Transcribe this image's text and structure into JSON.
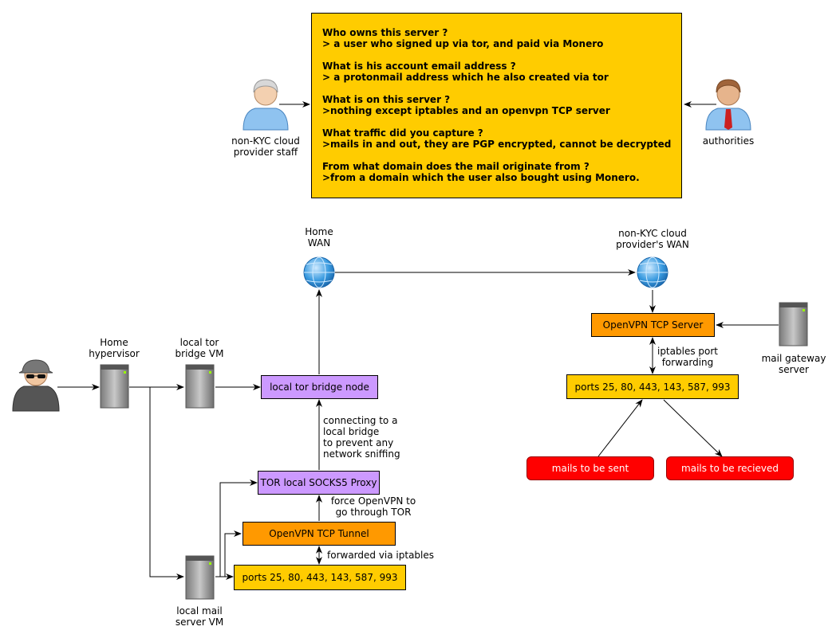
{
  "colors": {
    "tor_box": "#cc99ff",
    "vpn_box": "#ff9900",
    "ports_box": "#ffcc00",
    "mail_box": "#ff0000"
  },
  "qa": [
    {
      "q": "Who owns this server ?",
      "a": "> a user who signed up via tor, and paid via Monero"
    },
    {
      "q": "What is his account email address ?",
      "a": "> a protonmail address which he also created via tor"
    },
    {
      "q": "What is on this server ?",
      "a": ">nothing except iptables and an openvpn TCP server"
    },
    {
      "q": "What traffic did you capture ?",
      "a": ">mails in and out, they are PGP encrypted, cannot be decrypted"
    },
    {
      "q": "From what domain does the mail originate from ?",
      "a": ">from a domain which the user also bought using Monero."
    }
  ],
  "labels": {
    "staff_l1": "non-KYC cloud",
    "staff_l2": "provider staff",
    "authorities": "authorities",
    "home_wan_l1": "Home",
    "home_wan_l2": "WAN",
    "cloud_wan_l1": "non-KYC cloud",
    "cloud_wan_l2": "provider's WAN",
    "hypervisor_l1": "Home",
    "hypervisor_l2": "hypervisor",
    "bridge_vm_l1": "local tor",
    "bridge_vm_l2": "bridge VM",
    "mail_vm_l1": "local mail",
    "mail_vm_l2": "server VM",
    "gateway_l1": "mail gateway",
    "gateway_l2": "server",
    "bridge_note_l1": "connecting to a",
    "bridge_note_l2": "local bridge",
    "bridge_note_l3": "to prevent any",
    "bridge_note_l4": "network sniffing",
    "force_note_l1": "force OpenVPN to",
    "force_note_l2": "go through TOR",
    "forwarded_note": "forwarded via iptables",
    "iptables_note_l1": "iptables port",
    "iptables_note_l2": "forwarding"
  },
  "boxes": {
    "tor_bridge_node": "local tor bridge node",
    "socks_proxy": "TOR local SOCKS5 Proxy",
    "vpn_tunnel": "OpenVPN TCP Tunnel",
    "ports_local": "ports 25, 80, 443, 143, 587, 993",
    "vpn_server": "OpenVPN TCP Server",
    "ports_remote": "ports 25, 80, 443, 143, 587, 993",
    "mails_sent": "mails to be sent",
    "mails_received": "mails to be recieved"
  }
}
